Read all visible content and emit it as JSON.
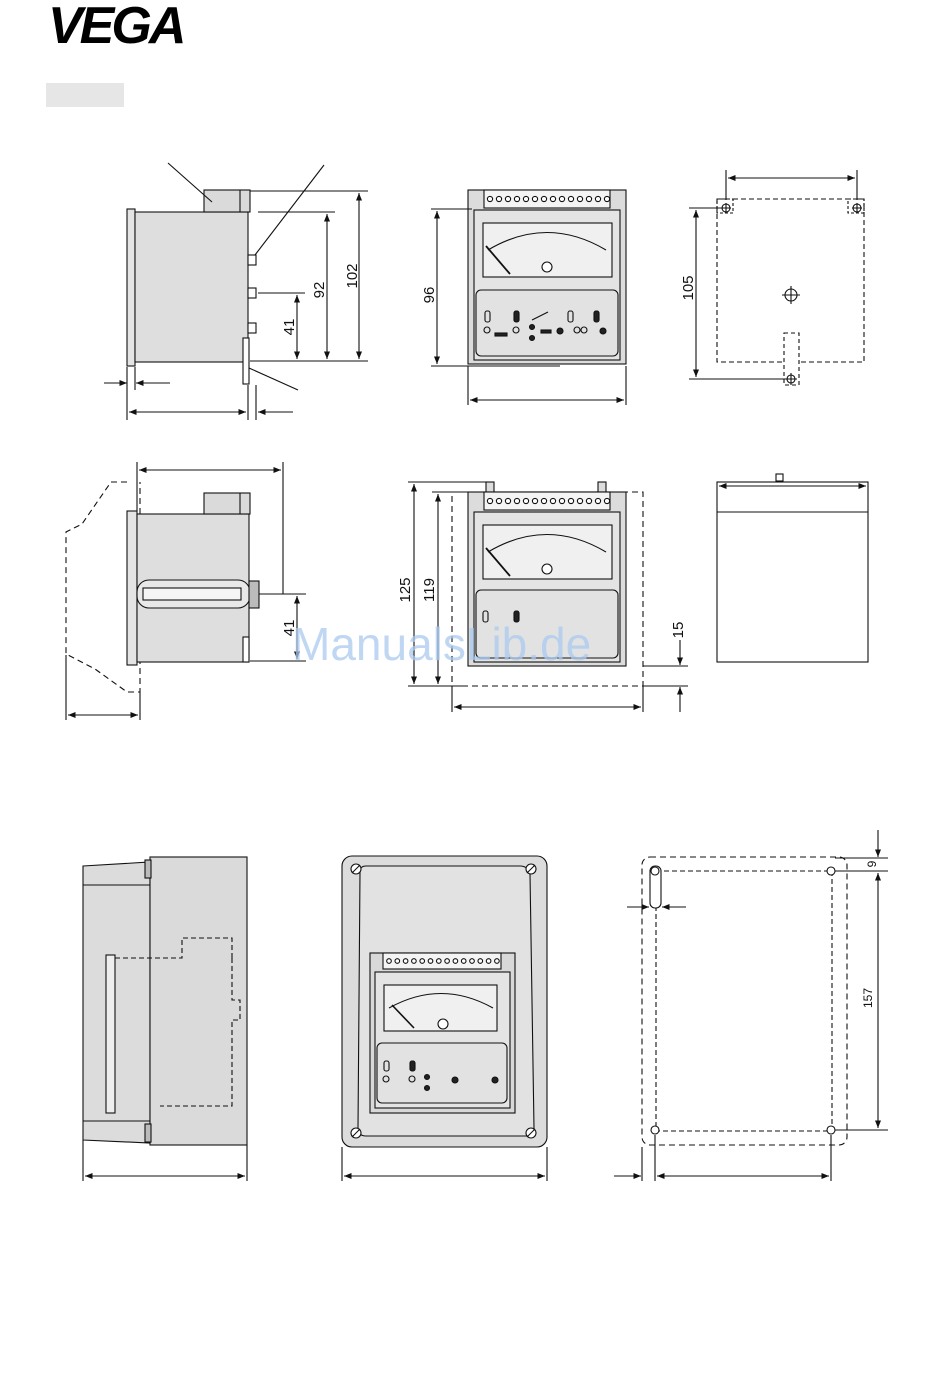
{
  "header": {
    "brand": "VEGA"
  },
  "watermark": "ManualsLib.de",
  "dimensions": {
    "d102": "102",
    "d92": "92",
    "d41a": "41",
    "d96": "96",
    "d105": "105",
    "d41b": "41",
    "d125": "125",
    "d119": "119",
    "d15": "15",
    "d9": "9",
    "d157": "157"
  },
  "colors": {
    "line": "#111111",
    "housing": "#dcdcdc",
    "panel": "#e9e9e9",
    "watermark": "#aac9ef"
  }
}
